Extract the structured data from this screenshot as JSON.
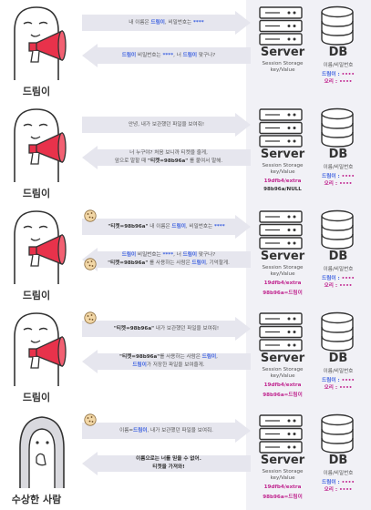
{
  "panels": [
    {
      "person": "드림이",
      "suspicious": false,
      "cookie_top": false,
      "cookie_bottom": false,
      "msg_top": [
        {
          "t": "내 이름은 ",
          "c": ""
        },
        {
          "t": "드림이",
          "c": "hl"
        },
        {
          "t": ", 비밀번호는 ",
          "c": ""
        },
        {
          "t": "****",
          "c": "hl"
        }
      ],
      "msg_bottom": [
        {
          "t": "드림이",
          "c": "hl"
        },
        {
          "t": " 비밀번호는 ",
          "c": ""
        },
        {
          "t": "****",
          "c": "hl"
        },
        {
          "t": ", 너 ",
          "c": ""
        },
        {
          "t": "드림이",
          "c": "hl"
        },
        {
          "t": " 맞구나?",
          "c": ""
        }
      ],
      "server_val1": "",
      "server_val2": ""
    },
    {
      "person": "드림이",
      "suspicious": false,
      "cookie_top": false,
      "cookie_bottom": false,
      "msg_top": [
        {
          "t": "안녕, 내가 보관했던 파일을 보여줘!",
          "c": ""
        }
      ],
      "msg_bottom": [
        {
          "t": "너 누구야? 처음 보니까 티켓을 줄게,",
          "c": ""
        },
        {
          "t": "\n",
          "c": "br"
        },
        {
          "t": "앞으로 말할 때 ",
          "c": ""
        },
        {
          "t": "\"티켓=98b96a\"",
          "c": "b"
        },
        {
          "t": " 를 붙여서 말해.",
          "c": ""
        }
      ],
      "server_val1": "19dfb4/extra",
      "server_val2": "98b96a/NULL"
    },
    {
      "person": "드림이",
      "suspicious": false,
      "cookie_top": true,
      "cookie_bottom": true,
      "msg_top": [
        {
          "t": "\"티켓=98b96a\"",
          "c": "b"
        },
        {
          "t": " 내 이름은 ",
          "c": ""
        },
        {
          "t": "드림이",
          "c": "hl"
        },
        {
          "t": ", 비밀번호는 ",
          "c": ""
        },
        {
          "t": "****",
          "c": "hl"
        }
      ],
      "msg_bottom": [
        {
          "t": "드림이",
          "c": "hl"
        },
        {
          "t": " 비밀번호는 ",
          "c": ""
        },
        {
          "t": "****",
          "c": "hl"
        },
        {
          "t": ", 너 ",
          "c": ""
        },
        {
          "t": "드림이",
          "c": "hl"
        },
        {
          "t": " 맞구나?",
          "c": ""
        },
        {
          "t": "\n",
          "c": "br"
        },
        {
          "t": "\"티켓=98b96a\"",
          "c": "b"
        },
        {
          "t": " 를 사용하는 사람은 ",
          "c": ""
        },
        {
          "t": "드림이",
          "c": "hl"
        },
        {
          "t": ", 기억할게.",
          "c": ""
        }
      ],
      "server_val1": "19dfb4/extra",
      "server_val2": "98b96a=드림이"
    },
    {
      "person": "드림이",
      "suspicious": false,
      "cookie_top": true,
      "cookie_bottom": false,
      "msg_top": [
        {
          "t": "\"티켓=98b96a\"",
          "c": "b"
        },
        {
          "t": " 내가 보관했던 파일을 보여줘!",
          "c": ""
        }
      ],
      "msg_bottom": [
        {
          "t": "\"티켓=98b96a\"",
          "c": "b"
        },
        {
          "t": "를 사용하는 사람은 ",
          "c": ""
        },
        {
          "t": "드림이",
          "c": "hl"
        },
        {
          "t": ",",
          "c": ""
        },
        {
          "t": "\n",
          "c": "br"
        },
        {
          "t": "드림이",
          "c": "hl"
        },
        {
          "t": "가 저장한 파일을 보여줄게.",
          "c": ""
        }
      ],
      "server_val1": "19dfb4/extra",
      "server_val2": "98b96a=드림이"
    },
    {
      "person": "수상한 사람",
      "suspicious": true,
      "cookie_top": true,
      "cookie_bottom": false,
      "msg_top": [
        {
          "t": "이름=",
          "c": ""
        },
        {
          "t": "드림이",
          "c": "hl"
        },
        {
          "t": ", 내가 보관했던 파일을 보여줘.",
          "c": ""
        }
      ],
      "msg_bottom": [
        {
          "t": "이름으로는 너를 믿을 수 없어.",
          "c": "b"
        },
        {
          "t": "\n",
          "c": "br"
        },
        {
          "t": "티켓을 가져와!",
          "c": "b"
        }
      ],
      "server_val1": "19dfb4/extra",
      "server_val2": "98b96a=드림이"
    }
  ],
  "server": {
    "title": "Server",
    "sub1": "Session Storage",
    "sub2": "key/Value"
  },
  "db": {
    "title": "DB",
    "sub": "이름/비밀번호",
    "row1_key": "드림이",
    "row1_sep": " : ",
    "row1_val": "••••",
    "row2_key": "오리",
    "row2_sep": " : ",
    "row2_val": "••••"
  },
  "colors": {
    "accent_blue": "#3a5fe0",
    "accent_pink": "#c0258f",
    "megaphone": "#e8324b",
    "arrow": "#e6e6ee"
  }
}
